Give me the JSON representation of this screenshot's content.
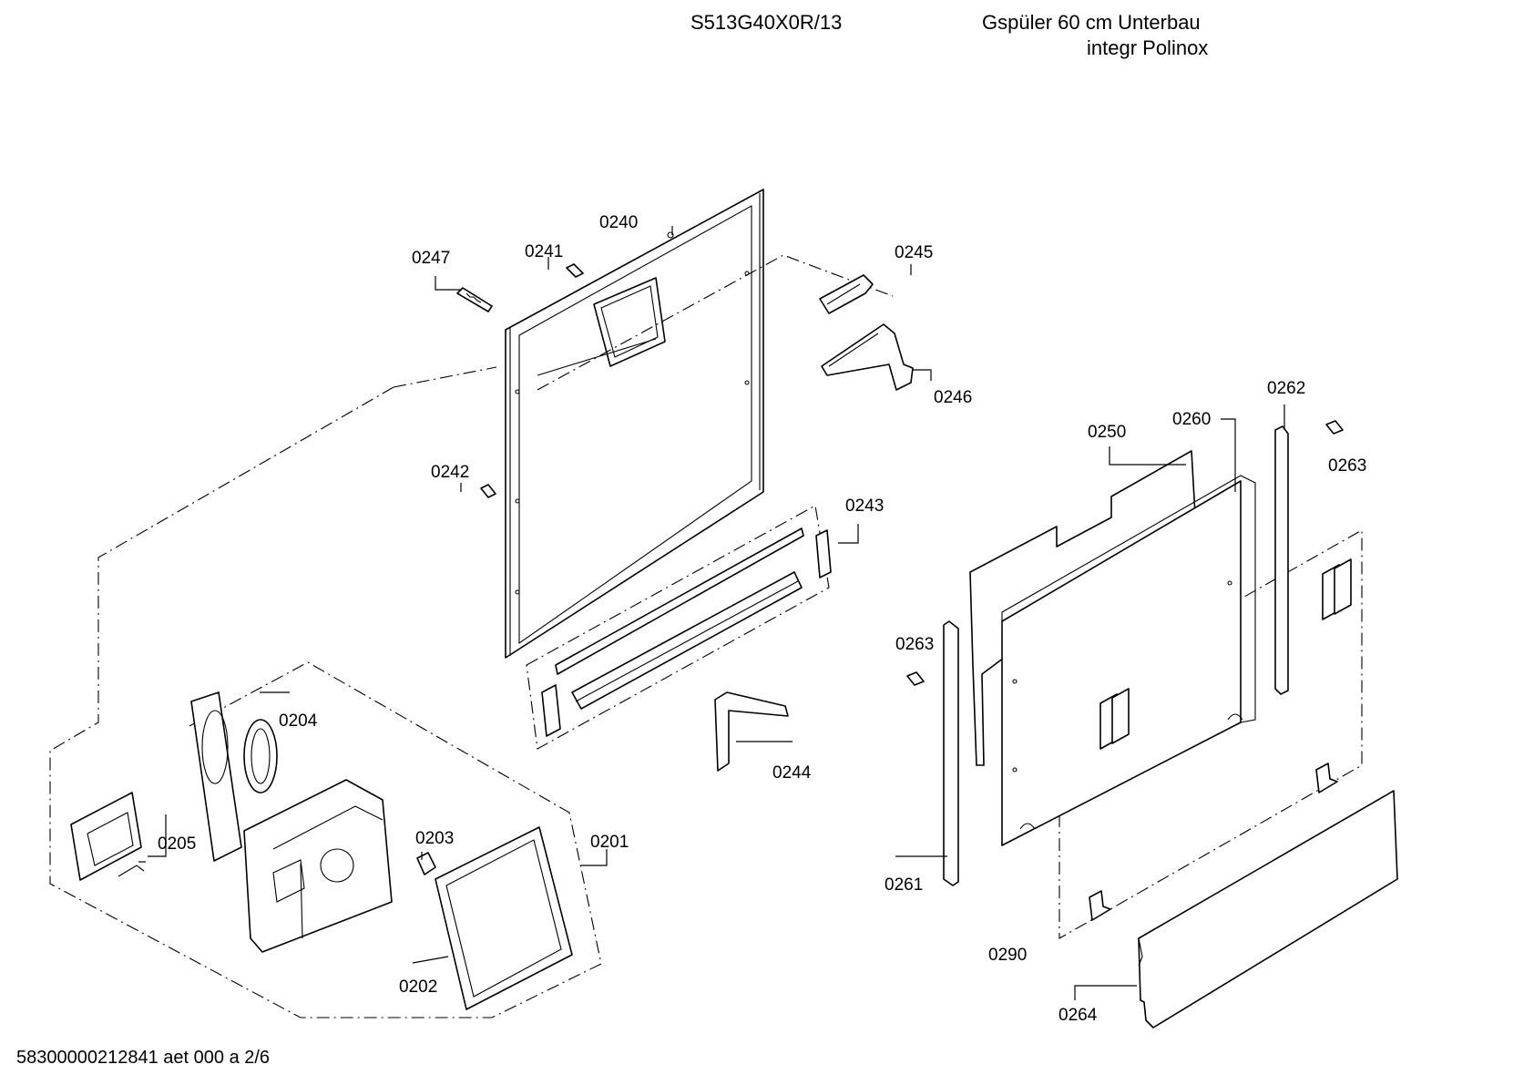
{
  "header": {
    "model": "S513G40X0R/13",
    "description_line1": "Gspüler 60 cm Unterbau",
    "description_line2": "integr Polinox"
  },
  "footer": {
    "document_id": "58300000212841 aet 000 a 2/6"
  },
  "parts": {
    "p0201": "0201",
    "p0202": "0202",
    "p0203": "0203",
    "p0204": "0204",
    "p0205": "0205",
    "p0240": "0240",
    "p0241": "0241",
    "p0242": "0242",
    "p0243": "0243",
    "p0244": "0244",
    "p0245": "0245",
    "p0246": "0246",
    "p0247": "0247",
    "p0250": "0250",
    "p0260": "0260",
    "p0261": "0261",
    "p0262": "0262",
    "p0263a": "0263",
    "p0263b": "0263",
    "p0264": "0264",
    "p0290": "0290"
  }
}
